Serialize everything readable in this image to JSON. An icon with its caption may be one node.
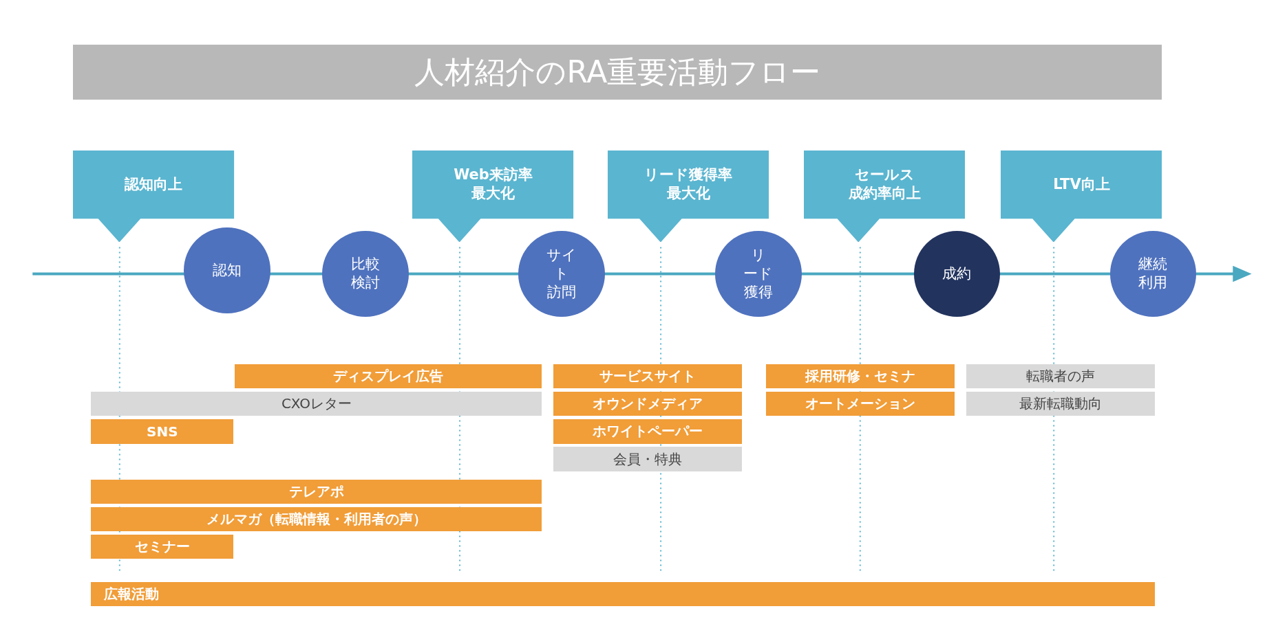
{
  "diagram": {
    "title": "人材紹介のRA重要活動フロー",
    "nodes": [
      {
        "text": [
          "認知向上"
        ]
      },
      {
        "text": [
          "Web来訪率最大化"
        ]
      },
      {
        "text": [
          "リード獲得率最大化"
        ]
      },
      {
        "text": [
          "セールス成約率向上"
        ]
      },
      {
        "text": [
          "LTV向上"
        ]
      },
      {
        "text": [
          "認知"
        ]
      },
      {
        "text": [
          "比較検討"
        ]
      },
      {
        "text": [
          "サイト訪問"
        ]
      },
      {
        "text": [
          "リード獲得"
        ]
      },
      {
        "text": [
          "成約"
        ]
      },
      {
        "text": [
          "継続利用"
        ]
      },
      {
        "text": [
          "ディスプレイ広告"
        ]
      },
      {
        "text": [
          "CXOレター"
        ]
      },
      {
        "text": [
          "SNS"
        ]
      },
      {
        "text": [
          "サービスサイト"
        ]
      },
      {
        "text": [
          "オウンドメディア"
        ]
      },
      {
        "text": [
          "ホワイトペーパー"
        ]
      },
      {
        "text": [
          "会員・特典"
        ]
      },
      {
        "text": [
          "テレアポ"
        ]
      },
      {
        "text": [
          "メルマガ（転職情報・利用者の声）"
        ]
      },
      {
        "text": [
          "セミナー"
        ]
      },
      {
        "text": [
          "採用研修・セミナ"
        ]
      },
      {
        "text": [
          "オートメーション"
        ]
      },
      {
        "text": [
          "転職者の声"
        ]
      },
      {
        "text": [
          "最新転職動向"
        ]
      },
      {
        "text": [
          "広報活動"
        ]
      }
    ]
  }
}
